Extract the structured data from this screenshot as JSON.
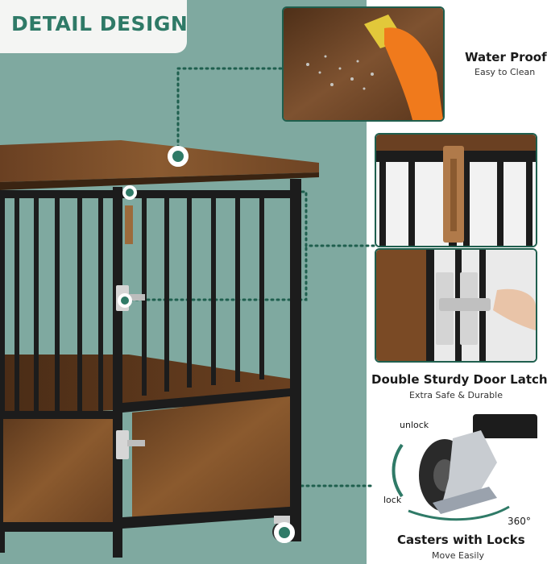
{
  "header": {
    "title": "DETAIL DESIGN"
  },
  "features": [
    {
      "title": "Water Proof",
      "subtitle": "Easy to Clean"
    },
    {
      "title": "Double Sturdy Door Latch",
      "subtitle": "Extra Safe & Durable"
    },
    {
      "title": "Casters with Locks",
      "subtitle": "Move Easily"
    }
  ],
  "caster_labels": {
    "unlock": "unlock",
    "lock": "lock",
    "rotation": "360°"
  },
  "colors": {
    "background": "#7fa9a0",
    "accent": "#2f7a67",
    "wood": "#7a4a25",
    "metal": "#1c1c1c"
  }
}
